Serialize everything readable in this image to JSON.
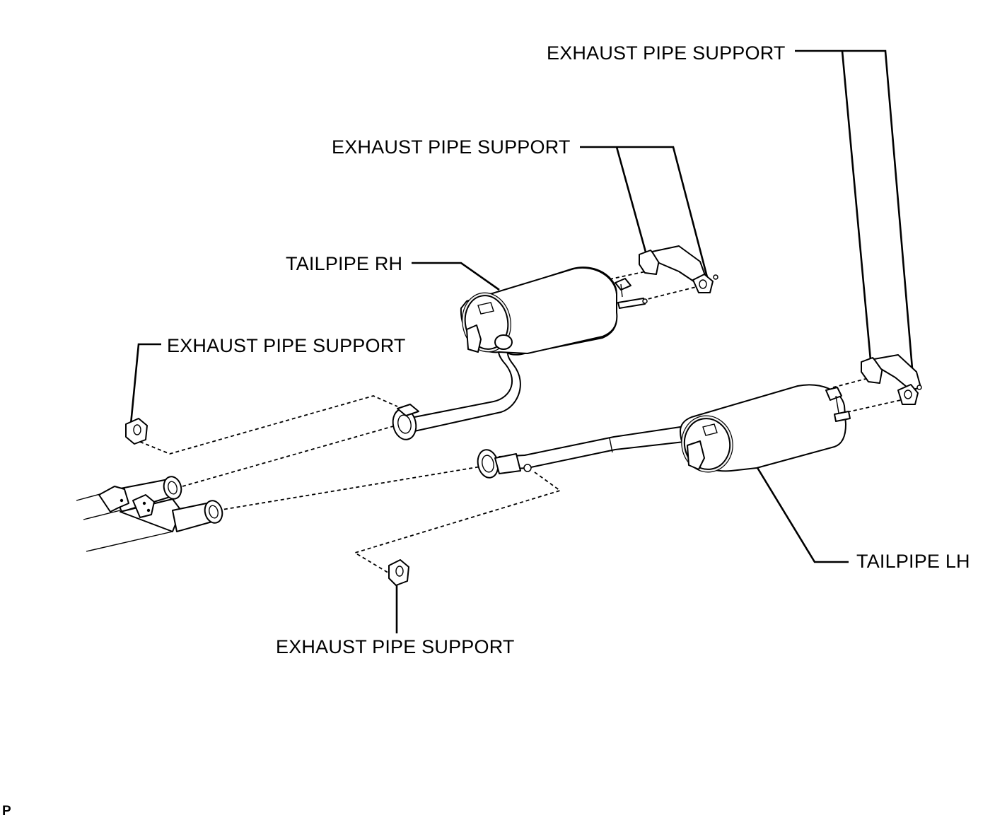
{
  "labels": {
    "support_top_right": "EXHAUST PIPE SUPPORT",
    "support_mid": "EXHAUST PIPE SUPPORT",
    "tailpipe_rh": "TAILPIPE RH",
    "support_left": "EXHAUST PIPE SUPPORT",
    "tailpipe_lh": "TAILPIPE LH",
    "support_bottom": "EXHAUST PIPE SUPPORT"
  },
  "reference_mark": "P"
}
